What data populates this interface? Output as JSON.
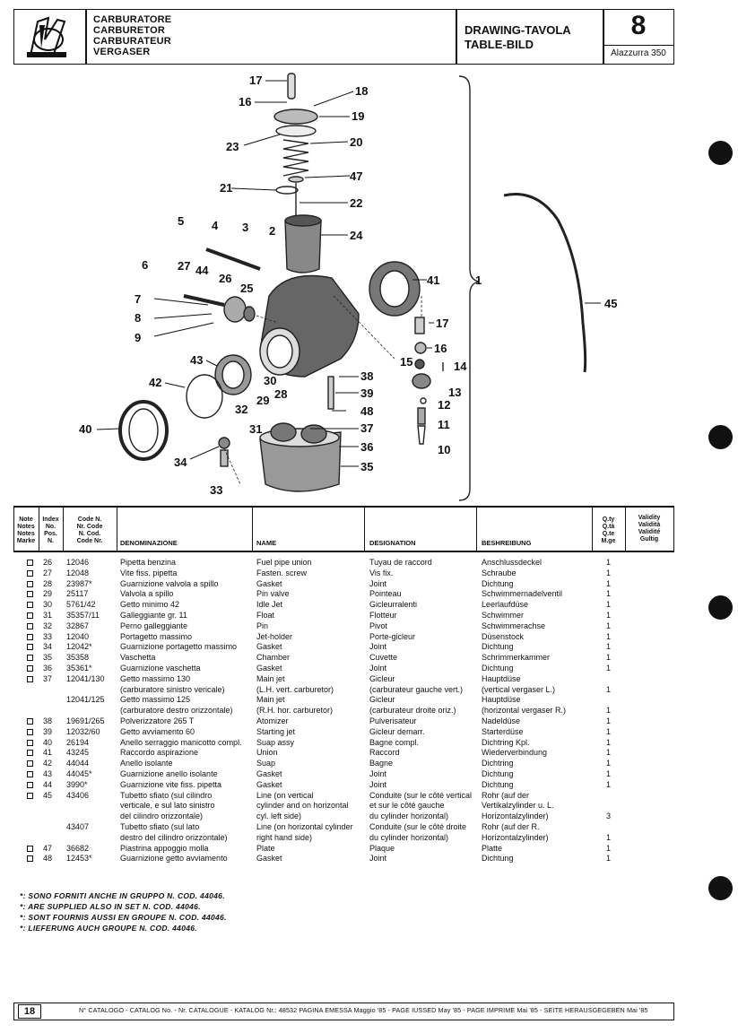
{
  "header": {
    "titles": [
      "CARBURATORE",
      "CARBURETOR",
      "CARBURATEUR",
      "VERGASER"
    ],
    "drawing": [
      "DRAWING-TAVOLA",
      "TABLE-BILD"
    ],
    "page_number": "8",
    "model": "Alazzurra 350"
  },
  "diagram": {
    "callouts": [
      "17",
      "16",
      "18",
      "19",
      "23",
      "20",
      "47",
      "21",
      "22",
      "5",
      "4",
      "3",
      "2",
      "24",
      "6",
      "27",
      "44",
      "26",
      "25",
      "41",
      "1",
      "45",
      "7",
      "8",
      "9",
      "17",
      "16",
      "15",
      "14",
      "13",
      "12",
      "11",
      "10",
      "43",
      "42",
      "40",
      "30",
      "28",
      "29",
      "32",
      "31",
      "38",
      "39",
      "48",
      "37",
      "36",
      "35",
      "34",
      "33"
    ]
  },
  "table": {
    "headers": {
      "note": [
        "Note",
        "Notes",
        "Notes",
        "Marke"
      ],
      "index": [
        "Index",
        "No.",
        "Pos.",
        "N."
      ],
      "code": [
        "Code N.",
        "Nr. Code",
        "N. Cod.",
        "Code Nr."
      ],
      "denominazione": "DENOMINAZIONE",
      "name": "NAME",
      "designation": "DESIGNATION",
      "beshreibung": "BESHREIBUNG",
      "qty": [
        "Q.ty",
        "Q.tà",
        "Q.te",
        "M.ge"
      ],
      "validity": [
        "Validity",
        "Validità",
        "Validité",
        "Gultig"
      ]
    },
    "rows": [
      {
        "box": true,
        "idx": "26",
        "code": "12046",
        "it": "Pipetta benzina",
        "en": "Fuel pipe union",
        "fr": "Tuyau de raccord",
        "de": "Anschlussdeckel",
        "qty": "1"
      },
      {
        "box": true,
        "idx": "27",
        "code": "12048",
        "it": "Vite fiss. pipetta",
        "en": "Fasten. screw",
        "fr": "Vis fix.",
        "de": "Schraube",
        "qty": "1"
      },
      {
        "box": true,
        "idx": "28",
        "code": "23987*",
        "it": "Guarnizione valvola a spillo",
        "en": "Gasket",
        "fr": "Joint",
        "de": "Dichtung",
        "qty": "1"
      },
      {
        "box": true,
        "idx": "29",
        "code": "25117",
        "it": "Valvola a spillo",
        "en": "Pin valve",
        "fr": "Pointeau",
        "de": "Schwimmernadelventil",
        "qty": "1"
      },
      {
        "box": true,
        "idx": "30",
        "code": "5761/42",
        "it": "Getto minimo 42",
        "en": "Idle Jet",
        "fr": "Gicleurralenti",
        "de": "Leerlaufdüse",
        "qty": "1"
      },
      {
        "box": true,
        "idx": "31",
        "code": "35357/11",
        "it": "Galleggiante gr. 11",
        "en": "Float",
        "fr": "Flotteur",
        "de": "Schwimmer",
        "qty": "1"
      },
      {
        "box": true,
        "idx": "32",
        "code": "32867",
        "it": "Perno galleggiante",
        "en": "Pin",
        "fr": "Pivot",
        "de": "Schwimmerachse",
        "qty": "1"
      },
      {
        "box": true,
        "idx": "33",
        "code": "12040",
        "it": "Portagetto massimo",
        "en": "Jet-holder",
        "fr": "Porte-gicleur",
        "de": "Düsenstock",
        "qty": "1"
      },
      {
        "box": true,
        "idx": "34",
        "code": "12042*",
        "it": "Guarnizione portagetto massimo",
        "en": "Gasket",
        "fr": "Joint",
        "de": "Dichtung",
        "qty": "1"
      },
      {
        "box": true,
        "idx": "35",
        "code": "35358",
        "it": "Vaschetta",
        "en": "Chamber",
        "fr": "Cuvette",
        "de": "Schrimmerkammer",
        "qty": "1"
      },
      {
        "box": true,
        "idx": "36",
        "code": "35361*",
        "it": "Guarnizione vaschetta",
        "en": "Gasket",
        "fr": "Joint",
        "de": "Dichtung",
        "qty": "1"
      },
      {
        "box": true,
        "idx": "37",
        "code": "12041/130",
        "it": "Getto massimo 130",
        "en": "Main jet",
        "fr": "Gicleur",
        "de": "Hauptdüse",
        "qty": ""
      },
      {
        "box": false,
        "idx": "",
        "code": "",
        "it": "(carburatore sinistro vericale)",
        "en": "(L.H. vert. carburetor)",
        "fr": "(carburateur gauche vert.)",
        "de": "(vertical vergaser L.)",
        "qty": "1"
      },
      {
        "box": false,
        "idx": "",
        "code": "12041/125",
        "it": "Getto massimo 125",
        "en": "Main jet",
        "fr": "Gicleur",
        "de": "Hauptdüse",
        "qty": ""
      },
      {
        "box": false,
        "idx": "",
        "code": "",
        "it": "(carburatore destro orizzontale)",
        "en": "(R.H. hor. carburetor)",
        "fr": "(carburateur droite oriz.)",
        "de": "(horizontal vergaser R.)",
        "qty": "1"
      },
      {
        "box": true,
        "idx": "38",
        "code": "19691/265",
        "it": "Polverizzatore 265 T",
        "en": "Atomizer",
        "fr": "Pulverisateur",
        "de": "Nadeldüse",
        "qty": "1"
      },
      {
        "box": true,
        "idx": "39",
        "code": "12032/60",
        "it": "Getto avviamento 60",
        "en": "Starting jet",
        "fr": "Gicleur demarr.",
        "de": "Starterdüse",
        "qty": "1"
      },
      {
        "box": true,
        "idx": "40",
        "code": "26194",
        "it": "Anello serraggio manicotto compl.",
        "en": "Suap assy",
        "fr": "Bagne compl.",
        "de": "Dichtring Kpl.",
        "qty": "1"
      },
      {
        "box": true,
        "idx": "41",
        "code": "43245",
        "it": "Raccordo aspirazione",
        "en": "Union",
        "fr": "Raccord",
        "de": "Wiederverbindung",
        "qty": "1"
      },
      {
        "box": true,
        "idx": "42",
        "code": "44044",
        "it": "Anello isolante",
        "en": "Suap",
        "fr": "Bagne",
        "de": "Dichtring",
        "qty": "1"
      },
      {
        "box": true,
        "idx": "43",
        "code": "44045*",
        "it": "Guarnizione anello isolante",
        "en": "Gasket",
        "fr": "Joint",
        "de": "Dichtung",
        "qty": "1"
      },
      {
        "box": true,
        "idx": "44",
        "code": "3990*",
        "it": "Guarnizione vite fiss. pipetta",
        "en": "Gasket",
        "fr": "Joint",
        "de": "Dichtung",
        "qty": "1"
      },
      {
        "box": true,
        "idx": "45",
        "code": "43406",
        "it": "Tubetto sfiato (sul cilindro",
        "en": "Line (on vertical",
        "fr": "Conduite (sur le côté vertical",
        "de": "Rohr (auf der",
        "qty": ""
      },
      {
        "box": false,
        "idx": "",
        "code": "",
        "it": "verticale, e sul lato sinistro",
        "en": "cylinder and on horizontal",
        "fr": "et sur le côté gauche",
        "de": "Vertikalzylinder u. L.",
        "qty": ""
      },
      {
        "box": false,
        "idx": "",
        "code": "",
        "it": "del cilindro orizzontale)",
        "en": "cyl. left side)",
        "fr": "du cylinder horizontal)",
        "de": "Horizontalzylinder)",
        "qty": "3"
      },
      {
        "box": false,
        "idx": "",
        "code": "43407",
        "it": "Tubetto sfiato (sul lato",
        "en": "Line (on horizontal cylinder",
        "fr": "Conduite (sur le côté droite",
        "de": "Rohr (auf der R.",
        "qty": ""
      },
      {
        "box": false,
        "idx": "",
        "code": "",
        "it": "destro del cilindro orizzontale)",
        "en": "right hand side)",
        "fr": "du cylinder horizontal)",
        "de": "Horizontalzylinder)",
        "qty": "1"
      },
      {
        "box": true,
        "idx": "47",
        "code": "36682",
        "it": "Piastrina appoggio molla",
        "en": "Plate",
        "fr": "Plaque",
        "de": "Platte",
        "qty": "1"
      },
      {
        "box": true,
        "idx": "48",
        "code": "12453*",
        "it": "Guarnizione getto avviamento",
        "en": "Gasket",
        "fr": "Joint",
        "de": "Dichtung",
        "qty": "1"
      }
    ]
  },
  "footnotes": [
    "*: SONO FORNITI ANCHE IN GRUPPO N. COD. 44046.",
    "*: ARE SUPPLIED ALSO IN SET N. COD. 44046.",
    "*: SONT FOURNIS AUSSI EN GROUPE N. COD. 44046.",
    "*: LIEFERUNG AUCH GROUPE N. COD. 44046."
  ],
  "footer": {
    "page": "18",
    "text": "N° CATALOGO - CATALOG No. - Nr. CATALOGUE - KATALOG Nr.: 48532 PAGINA EMESSA Maggio '85 - PAGE IUSSED May '85 - PAGE IMPRIME Mai '85 - SEITE HERAUSGEGEBEN Mai '85"
  }
}
